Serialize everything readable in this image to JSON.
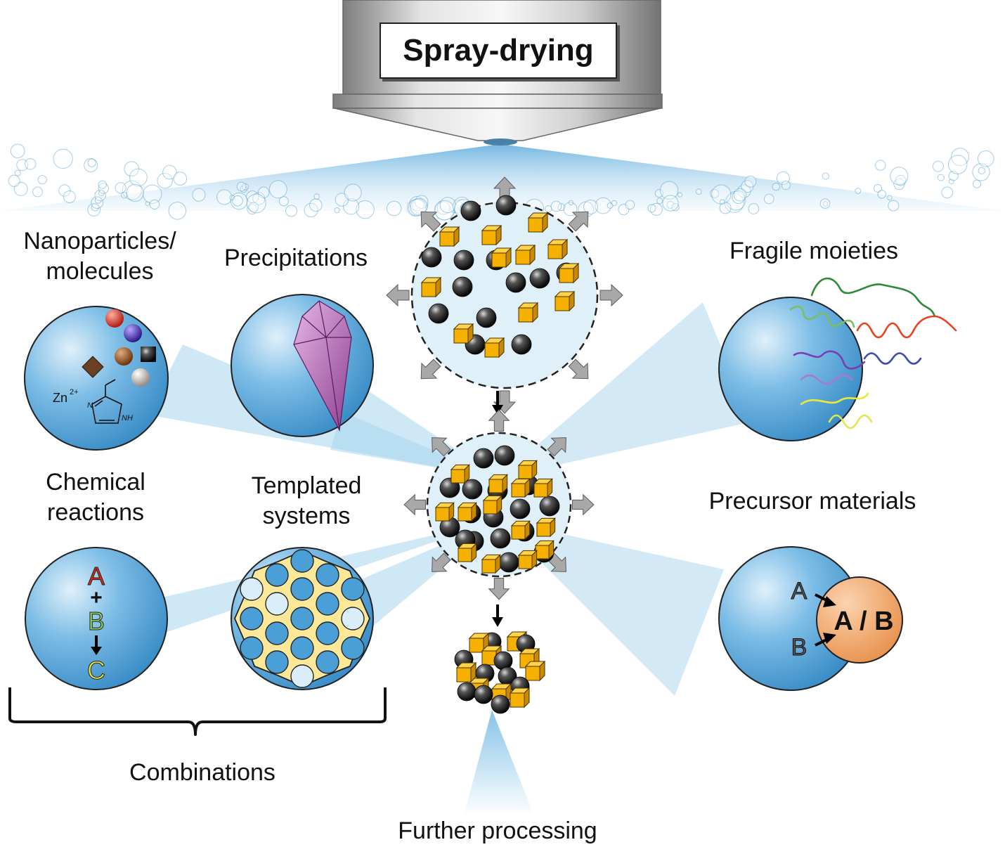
{
  "title": "Spray-drying",
  "labels": {
    "nanoparticles": [
      "Nanoparticles/",
      "molecules"
    ],
    "precipitations": "Precipitations",
    "fragile": "Fragile moieties",
    "chemical": [
      "Chemical",
      "reactions"
    ],
    "templated": [
      "Templated",
      "systems"
    ],
    "precursor": "Precursor materials",
    "combinations": "Combinations",
    "further": "Further processing"
  },
  "reaction": {
    "a": "A",
    "plus": "+",
    "b": "B",
    "c": "C"
  },
  "precursor_symbols": {
    "a": "A",
    "b": "B",
    "product": "A / B"
  },
  "chem": {
    "ion": "Zn",
    "charge": "2+",
    "nh": "NH"
  },
  "colors": {
    "droplet": "#5aaad8",
    "cube": "#f5b000",
    "product": "#f0a060",
    "template": "#fde89a",
    "beam": "#a8d6ee",
    "spray": "#8cc4e6"
  }
}
